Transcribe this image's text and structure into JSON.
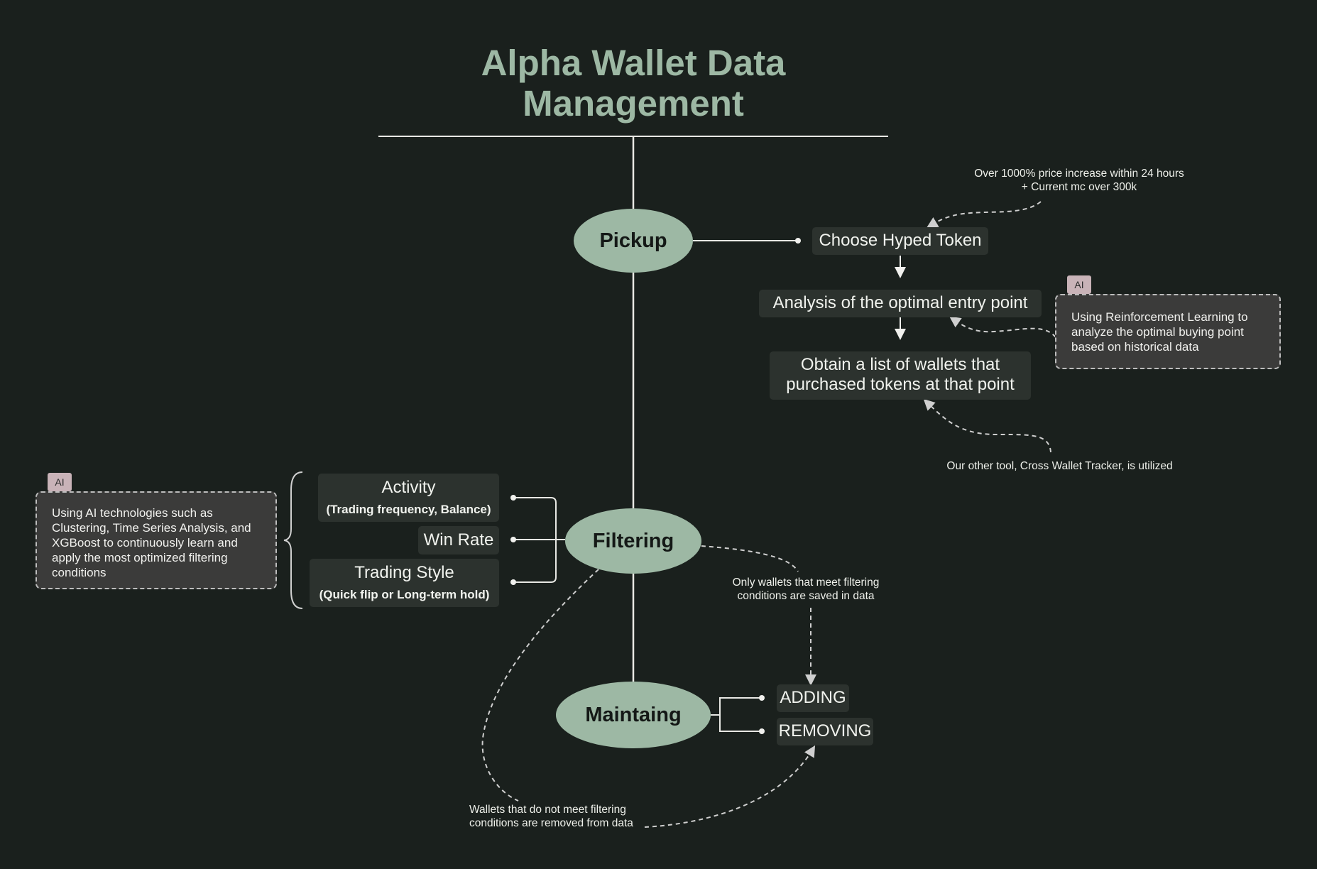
{
  "title": "Alpha Wallet Data Management",
  "colors": {
    "background": "#1a201d",
    "node_fill": "#9db8a4",
    "box_fill": "#2c322e",
    "ai_tag": "#c9b3b8",
    "ai_box": "#3b3b3a"
  },
  "nodes": {
    "pickup": "Pickup",
    "filtering": "Filtering",
    "maintaining": "Maintaing"
  },
  "pickup_steps": {
    "choose": "Choose Hyped Token",
    "analysis": "Analysis of the optimal entry point",
    "obtain": "Obtain a list of wallets that purchased tokens at that point"
  },
  "filtering_criteria": {
    "activity": "Activity",
    "activity_sub": "(Trading frequency, Balance)",
    "win_rate": "Win Rate",
    "trading_style": "Trading Style",
    "trading_style_sub": "(Quick flip or Long-term hold)"
  },
  "maintaining_actions": {
    "adding": "ADDING",
    "removing": "REMOVING"
  },
  "notes": {
    "hype_line1": "Over 1000% price increase within 24 hours",
    "hype_line2": "+ Current mc over 300k",
    "cross_wallet": "Our other tool, Cross Wallet Tracker, is utilized",
    "filter_saved_line1": "Only wallets that meet filtering",
    "filter_saved_line2": "conditions are saved in data",
    "filter_removed_line1": "Wallets that do not meet filtering",
    "filter_removed_line2": "conditions are removed from data"
  },
  "ai": {
    "tag": "AI",
    "rl_text": "Using Reinforcement Learning to analyze the optimal buying point based on historical data",
    "filter_text": "Using AI technologies such as Clustering, Time Series Analysis, and XGBoost to continuously learn and apply the most optimized filtering conditions"
  }
}
